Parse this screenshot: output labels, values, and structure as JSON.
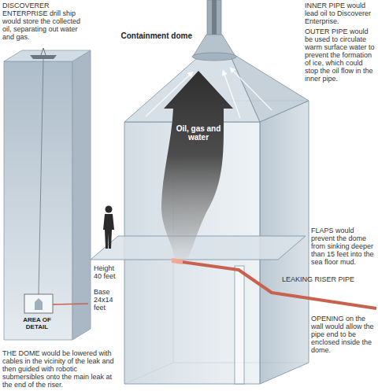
{
  "diagram": {
    "labels": [
      "DISCOVERER ENTERPRISE drill ship would store the collected oil, separating out water and gas.",
      "Containment dome",
      "INNER PIPE would lead oil to Discoverer Enterprise.",
      "OUTER PIPE would be used to circulate warm surface water to prevent the formation of ice, which could stop the oil flow in the inner pipe.",
      "Oil, gas and water",
      "FLAPS would prevent the dome from sinking deeper than 15 feet into the sea floor mud.",
      "AREA OF DETAIL",
      "Height 40 feet",
      "Base 24x14 feet",
      "LEAKING RISER PIPE",
      "THE DOME would be lowered with cables in the vicinity of the leak and then guided with robotic submersibles onto the main leak at the end of the riser.",
      "OPENING on the wall would allow the pipe end to be enclosed inside the dome."
    ]
  }
}
